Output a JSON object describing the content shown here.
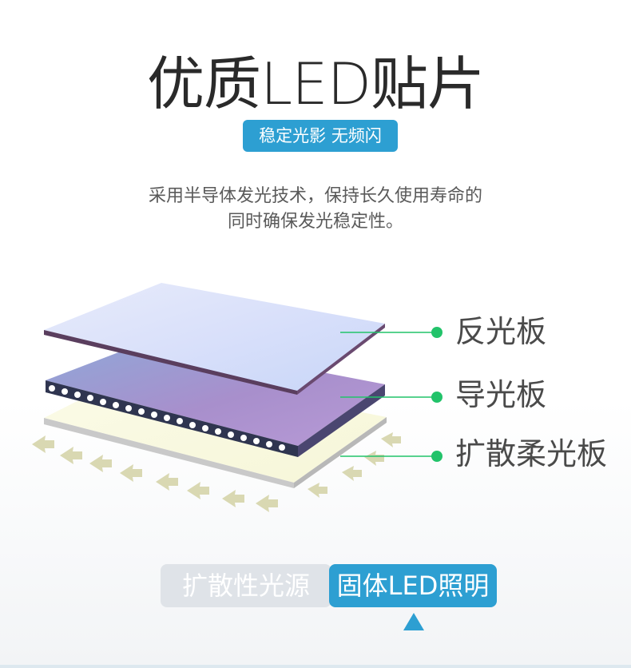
{
  "header": {
    "title": "优质LED贴片",
    "subtitle": "稳定光影  无频闪"
  },
  "description": {
    "line1": "采用半导体发光技术，保持长久使用寿命的",
    "line2": "同时确保发光稳定性。"
  },
  "layers": [
    {
      "label": "反光板"
    },
    {
      "label": "导光板"
    },
    {
      "label": "扩散柔光板"
    }
  ],
  "tabs": [
    {
      "label": "扩散性光源",
      "active": false
    },
    {
      "label": "固体LED照明",
      "active": true
    }
  ],
  "colors": {
    "accent": "#2d9fd2",
    "connector": "#22c36a",
    "inactive_tab": "#dfe3e8"
  }
}
